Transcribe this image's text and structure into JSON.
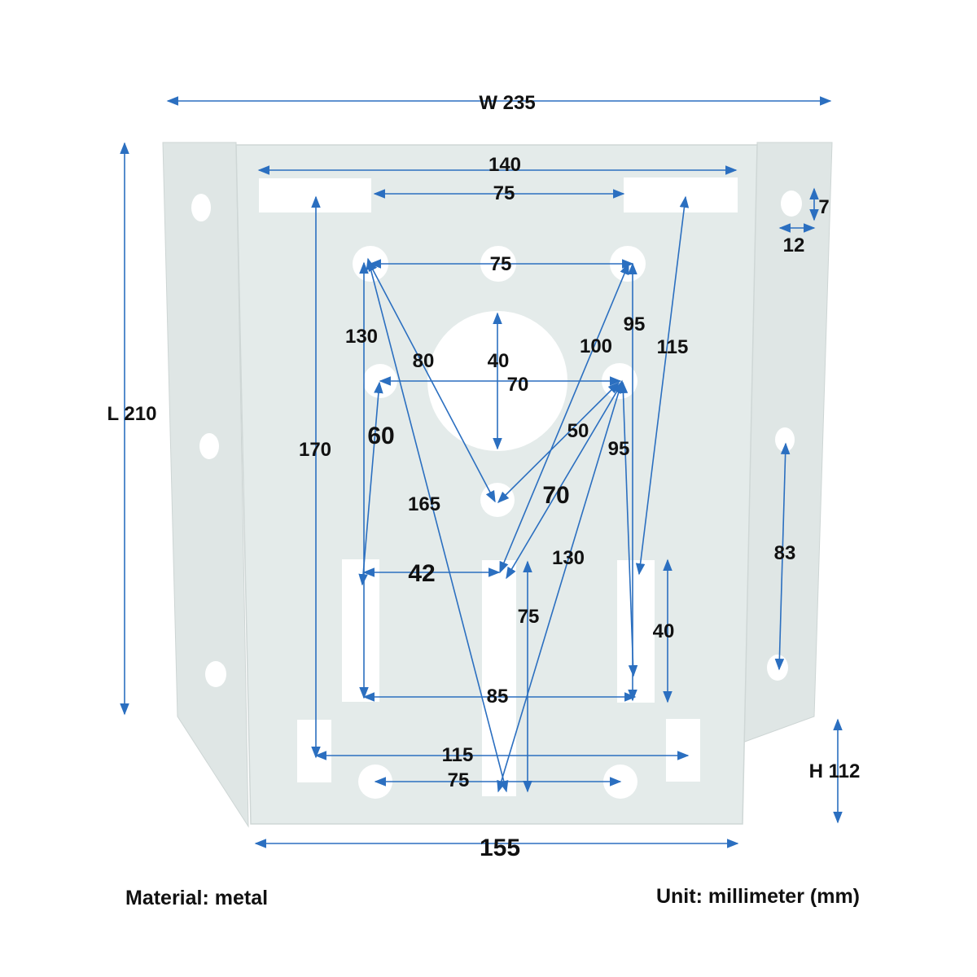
{
  "bracket_color": "#e4ebea",
  "dimension_color": "#2b6fc0",
  "labels": {
    "w235": "W 235",
    "l210": "L 210",
    "h112": "H 112",
    "d140": "140",
    "d75_top": "75",
    "d7": "7",
    "d12": "12",
    "d75_holes": "75",
    "d130_left": "130",
    "d80": "80",
    "d40_center": "40",
    "d100": "100",
    "d95_upper": "95",
    "d115_right": "115",
    "d70_holes": "70",
    "d170": "170",
    "d60": "60",
    "d50": "50",
    "d95_lower": "95",
    "d70_diag": "70",
    "d165": "165",
    "d83": "83",
    "d130_diag": "130",
    "d42": "42",
    "d75_slot": "75",
    "d40_slot": "40",
    "d85": "85",
    "d115_bottom": "115",
    "d75_bottom": "75",
    "d155": "155"
  },
  "notes": {
    "material": "Material: metal",
    "unit": "Unit: millimeter (mm)"
  }
}
